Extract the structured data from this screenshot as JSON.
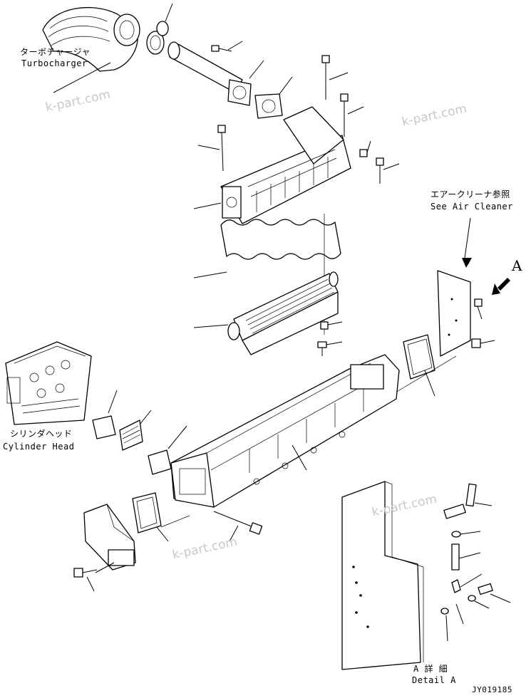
{
  "labels": {
    "turbocharger_jp": "ターボチャージャ",
    "turbocharger_en": "Turbocharger",
    "air_cleaner_jp": "エアークリーナ参照",
    "air_cleaner_en": "See Air Cleaner",
    "cylinder_head_jp": "シリンダヘッド",
    "cylinder_head_en": "Cylinder Head",
    "detail_a_jp": "A 詳 細",
    "detail_a_en": "Detail A",
    "view_arrow": "A",
    "drawing_code": "JY019185"
  },
  "watermarks": [
    "k-part.com",
    "k-part.com",
    "k-part.com",
    "k-part.com"
  ]
}
